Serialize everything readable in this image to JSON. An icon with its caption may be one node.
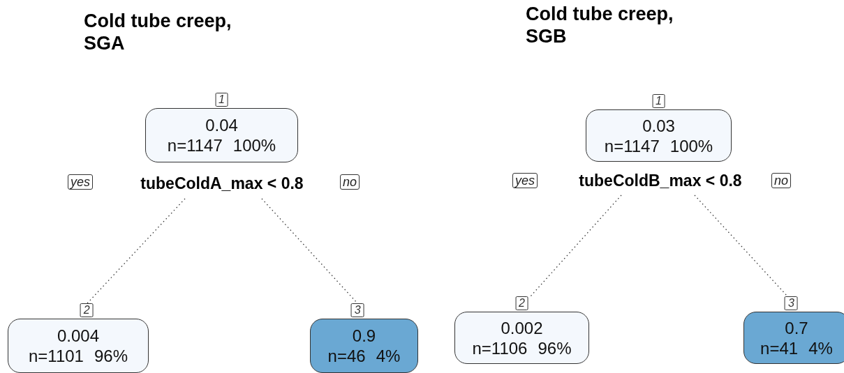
{
  "diagram": {
    "nodes": [
      {
        "text": [
          "1",
          "0.04",
          "n=1147 100%"
        ],
        "beside": [
          "tubeColdA_max < 0.8"
        ]
      },
      {
        "text": [
          "2",
          "0.004",
          "n=1101 96%"
        ]
      },
      {
        "text": [
          "3",
          "0.9",
          "n=46 4%"
        ]
      },
      {
        "text": [
          "1",
          "0.03",
          "n=1147 100%"
        ],
        "beside": [
          "tubeColdB_max < 0.8"
        ]
      },
      {
        "text": [
          "2",
          "0.002",
          "n=1106 96%"
        ]
      },
      {
        "text": [
          "3",
          "0.7",
          "n=41 4%"
        ]
      }
    ],
    "edges": [
      {
        "from": 0,
        "to": 1,
        "arrow": "none",
        "style": "dashed"
      },
      {
        "from": 0,
        "to": 2,
        "arrow": "none",
        "style": "dashed"
      },
      {
        "from": 3,
        "to": 4,
        "arrow": "none",
        "style": "dashed"
      },
      {
        "from": 3,
        "to": 5,
        "arrow": "none",
        "style": "dashed"
      }
    ],
    "labels": [
      "Cold tube creep, SGA",
      "Cold tube creep, SGB",
      "yes",
      "no",
      "yes",
      "no"
    ]
  }
}
